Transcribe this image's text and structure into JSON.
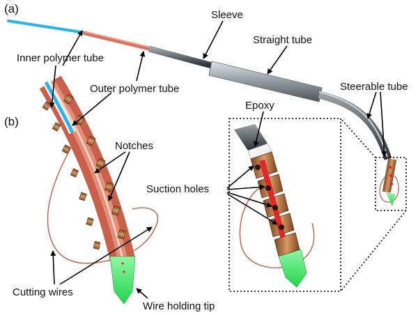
{
  "panels": {
    "a": "(a)",
    "b": "(b)"
  },
  "labels": {
    "sleeve": "Sleeve",
    "straight_tube": "Straight tube",
    "inner_polymer_tube": "Inner polymer tube",
    "outer_polymer_tube": "Outer polymer tube",
    "steerable_tube": "Steerable tube",
    "notches": "Notches",
    "epoxy": "Epoxy",
    "suction_holes": "Suction holes",
    "cutting_wires": "Cutting wires",
    "wire_holding_tip": "Wire holding tip"
  },
  "colors": {
    "inner_tube": "#2ab4e6",
    "outer_tube": "#d9735f",
    "metal": "#8f959b",
    "copper": "#b5713f",
    "wire": "#b86a52",
    "tip": "#45ee6a",
    "red": "#e0282a"
  }
}
